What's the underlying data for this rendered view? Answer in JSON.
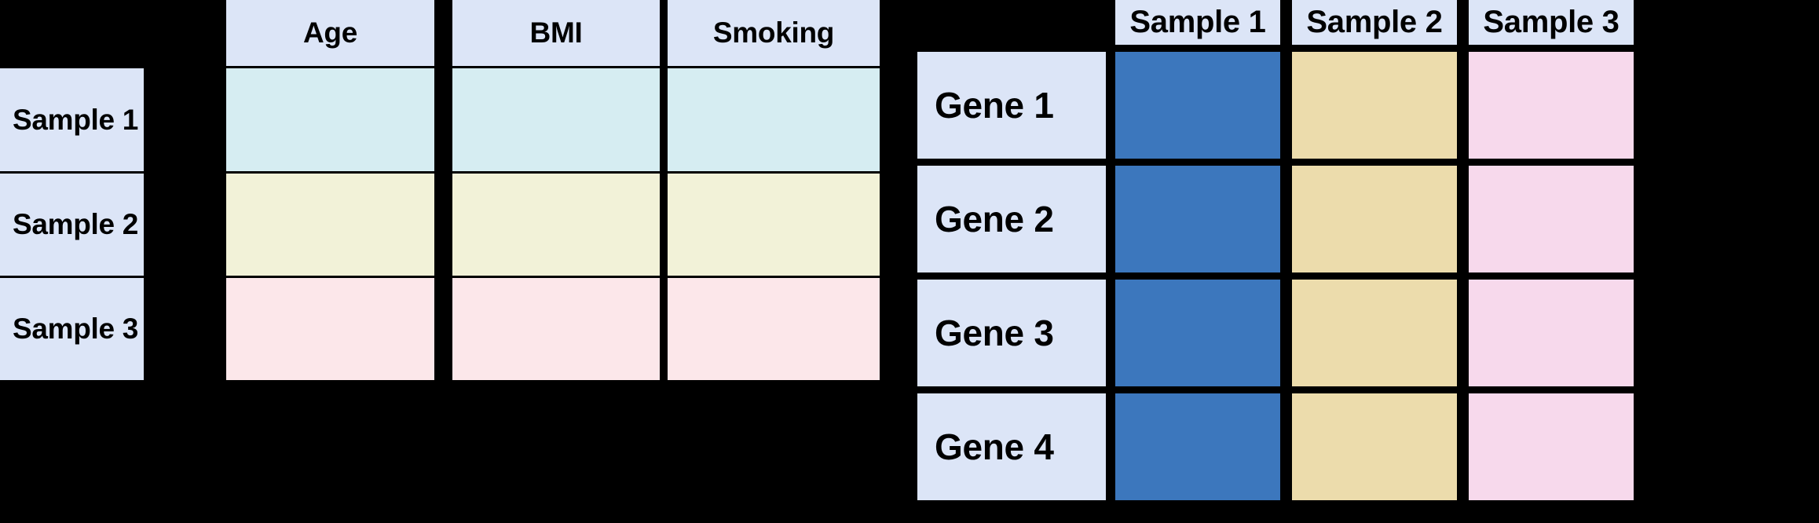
{
  "background_color": "#000000",
  "palette": {
    "header_blue": "#dce5f7",
    "row_label_blue": "#dce5f7",
    "clinical_row1_cyan": "#d6edf2",
    "clinical_row2_cream": "#f2f2d8",
    "clinical_row3_pink": "#fce7ea",
    "expression_sample1_blue": "#3c77bd",
    "expression_sample2_tan": "#ecdcac",
    "expression_sample3_pink": "#f7d9ec",
    "grid_line": "#000000",
    "text": "#000000"
  },
  "clinical_table": {
    "name": "clinical-metadata-table",
    "corner_label": "",
    "column_headers": [
      "Age",
      "BMI",
      "Smoking"
    ],
    "row_headers": [
      "Sample 1",
      "Sample 2",
      "Sample 3"
    ],
    "rows": [
      {
        "label": "Sample 1",
        "fill": "#d6edf2",
        "cells": [
          "",
          "",
          ""
        ]
      },
      {
        "label": "Sample 2",
        "fill": "#f2f2d8",
        "cells": [
          "",
          "",
          ""
        ]
      },
      {
        "label": "Sample 3",
        "fill": "#fce7ea",
        "cells": [
          "",
          "",
          ""
        ]
      }
    ]
  },
  "expression_table": {
    "name": "gene-expression-table",
    "corner_label": "",
    "column_headers": [
      "Sample 1",
      "Sample 2",
      "Sample 3"
    ],
    "column_fills": [
      "#3c77bd",
      "#ecdcac",
      "#f7d9ec"
    ],
    "row_headers": [
      "Gene 1",
      "Gene 2",
      "Gene 3",
      "Gene 4"
    ],
    "rows": [
      {
        "label": "Gene 1",
        "cells": [
          "",
          "",
          ""
        ]
      },
      {
        "label": "Gene 2",
        "cells": [
          "",
          "",
          ""
        ]
      },
      {
        "label": "Gene 3",
        "cells": [
          "",
          "",
          ""
        ]
      },
      {
        "label": "Gene 4",
        "cells": [
          "",
          "",
          ""
        ]
      }
    ]
  },
  "chart_data": {
    "type": "table",
    "title": "",
    "tables": [
      {
        "name": "clinical-metadata-table",
        "columns": [
          "",
          "Age",
          "BMI",
          "Smoking"
        ],
        "rows": [
          [
            "Sample 1",
            "",
            "",
            ""
          ],
          [
            "Sample 2",
            "",
            "",
            ""
          ],
          [
            "Sample 3",
            "",
            "",
            ""
          ]
        ],
        "row_fill_colors": [
          "#d6edf2",
          "#f2f2d8",
          "#fce7ea"
        ],
        "header_fill": "#dce5f7"
      },
      {
        "name": "gene-expression-table",
        "columns": [
          "",
          "Sample 1",
          "Sample 2",
          "Sample 3"
        ],
        "rows": [
          [
            "Gene 1",
            "",
            "",
            ""
          ],
          [
            "Gene 2",
            "",
            "",
            ""
          ],
          [
            "Gene 3",
            "",
            "",
            ""
          ],
          [
            "Gene 4",
            "",
            "",
            ""
          ]
        ],
        "column_fill_colors": [
          "#3c77bd",
          "#ecdcac",
          "#f7d9ec"
        ],
        "header_fill": "#dce5f7"
      }
    ]
  }
}
